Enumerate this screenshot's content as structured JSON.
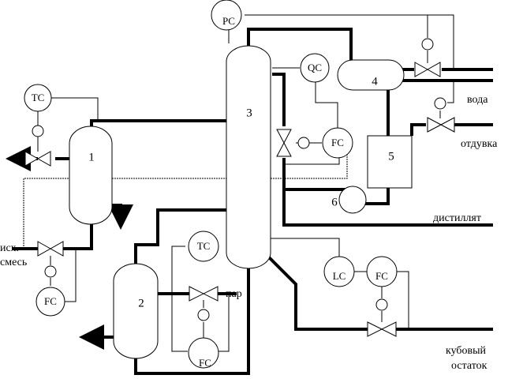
{
  "diagram": {
    "equipment": {
      "e1": "1",
      "e2": "2",
      "e3": "3",
      "e4": "4",
      "e5": "5",
      "e6": "6"
    },
    "instruments": {
      "tc_feed": "TC",
      "fc_feed": "FC",
      "pc_top": "PC",
      "qc": "QC",
      "fc_reflux": "FC",
      "tc_boiler": "TC",
      "fc_boiler": "FC",
      "lc_bottom": "LC",
      "fc_bottom": "FC"
    },
    "streams": {
      "feed_line1": "исх.",
      "feed_line2": "смесь",
      "steam": "пар",
      "water": "вода",
      "off_gas": "отдувка",
      "distillate": "дистиллят",
      "bottoms_line1": "кубовый",
      "bottoms_line2": "остаток"
    }
  }
}
